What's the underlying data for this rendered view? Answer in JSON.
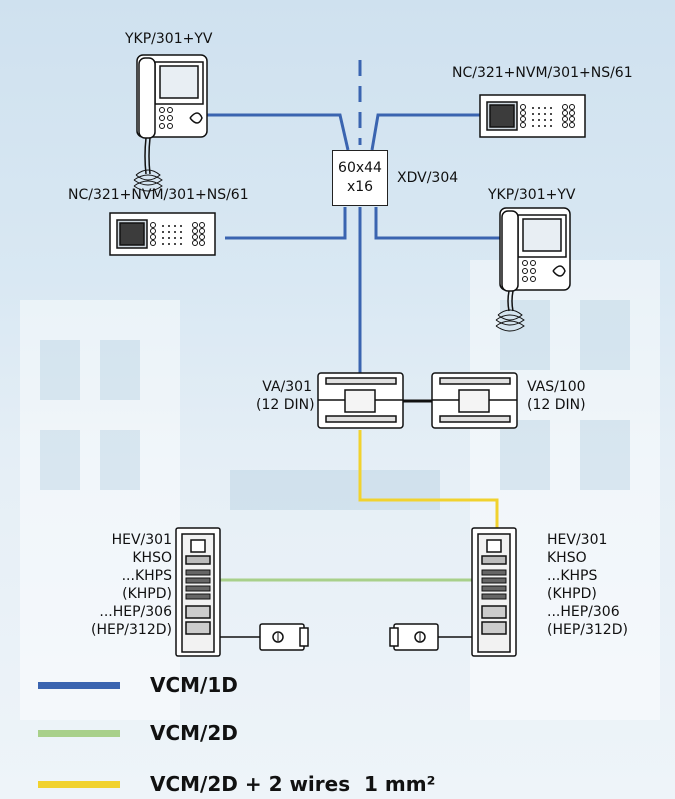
{
  "colors": {
    "vcm1d": "#3a64b0",
    "vcm2d": "#a8d08a",
    "vcm2d_wires": "#f1d22e",
    "dash": "#3a64b0"
  },
  "devices": {
    "monitor_top_left": "YKP/301+YV",
    "panel_top_right": "NC/321+NVM/301+NS/61",
    "panel_mid_left": "NC/321+NVM/301+NS/61",
    "monitor_mid_right": "YKP/301+YV",
    "distributor": {
      "line1": "60x44",
      "line2": "x16",
      "model": "XDV/304"
    },
    "power_supply": {
      "model": "VA/301",
      "size": "(12 DIN)"
    },
    "aux_supply": {
      "model": "VAS/100",
      "size": "(12 DIN)"
    },
    "entrance_left": [
      "HEV/301",
      "KHSO",
      "...KHPS",
      "(KHPD)",
      "...HEP/306",
      "(HEP/312D)"
    ],
    "entrance_right": [
      "HEV/301",
      "KHSO",
      "...KHPS",
      "(KHPD)",
      "...HEP/306",
      "(HEP/312D)"
    ]
  },
  "legend": [
    {
      "label": "VCM/1D",
      "color": "#3a64b0"
    },
    {
      "label": "VCM/2D",
      "color": "#a8d08a"
    },
    {
      "label": "VCM/2D + 2 wires  1 mm²",
      "color": "#f1d22e"
    }
  ]
}
